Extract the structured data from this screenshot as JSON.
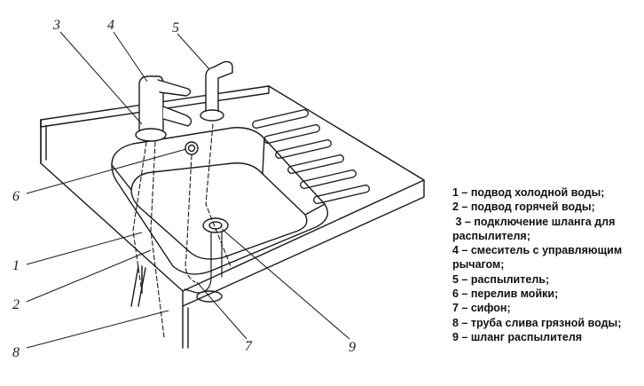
{
  "diagram": {
    "callouts": [
      "1",
      "2",
      "3",
      "4",
      "5",
      "6",
      "7",
      "8",
      "9"
    ]
  },
  "legend": [
    "1 – подвод холодной воды;",
    "2 – подвод горячей воды;",
    " 3 – подключение шланга для распылителя;",
    "4 – смеситель с управляющим рычагом;",
    "5 – распылитель;",
    "6 – перелив мойки;",
    "7 – сифон;",
    "8 – труба слива грязной воды;",
    "9 – шланг распылителя"
  ]
}
